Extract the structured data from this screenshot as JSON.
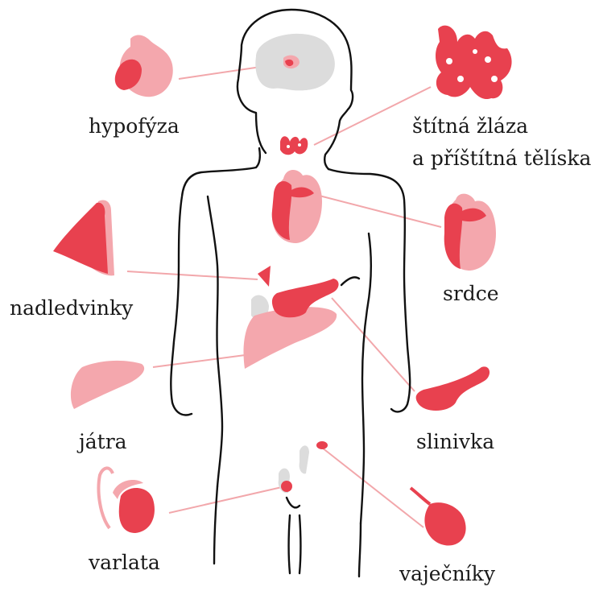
{
  "colors": {
    "organ_dark": "#e8414f",
    "organ_light": "#f4a7ad",
    "organ_gray": "#dcdcdc",
    "line": "#f2a7ab",
    "outline": "#111111"
  },
  "labels": {
    "hypofyza": "hypofýza",
    "stitna_line1": "štítná žláza",
    "stitna_line2": "a příštítná tělíska",
    "srdce": "srdce",
    "nadledvinky": "nadledvinky",
    "jatra": "játra",
    "slinivka": "slinivka",
    "varlata": "varlata",
    "vajecniky": "vaječníky"
  }
}
